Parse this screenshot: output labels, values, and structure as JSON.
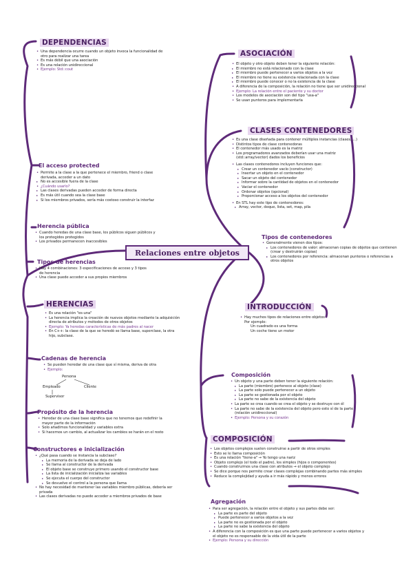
{
  "center": "Relaciones entre objetos",
  "dependencias": {
    "title": "DEPENDENCIAS",
    "items": [
      "Una dependencia ocurre cuando un objeto invoca la funcionalidad de otro para realizar una tarea",
      "Es más débil que una asociación",
      "Es una relación unidireccional",
      "Ejemplo: Std::cout"
    ]
  },
  "acceso": {
    "title": "El acceso protected",
    "items": [
      "Permite a la clase a la que pertenece el miembro, friend o clase derivada, acceder a un dato",
      "No es accesible fuera de la clase",
      "¿Cuándo usarlo?",
      "Las clases derivadas pueden acceder de forma directa",
      "Es más útil cuando sea la clase base",
      "Si los miembros privados, sería más costoso construir la interfaz"
    ]
  },
  "herencia_publica": {
    "title": "Herencia pública",
    "items": [
      "Cuando heredas de una clase base, los públicos siguen públicos y los protegidos protegidos",
      "Los privados permanecen inaccesibles"
    ]
  },
  "tipos_herencias": {
    "title": "Tipos de herencias",
    "items": [
      "Hay 4 combinaciones: 3 especificaciones de acceso y 3 tipos de herencia",
      "Una clase puede acceder a sus propios miembros"
    ]
  },
  "herencias": {
    "title": "HERENCIAS",
    "items": [
      "Es una relación \"es-una\"",
      "La herencia implica la creación de nuevos objetos mediante la adquisición directa de atributos y métodos de otros objetos",
      "Ejemplo: Ya heredas características de más padres al nacer",
      "En C++: la clase de la que se heredó se llama base, superclase, la otra hijo, subclase."
    ]
  },
  "cadenas": {
    "title": "Cadenas de herencia",
    "items": [
      "Se pueden heredar de una clase que sí misma, deriva de otra",
      "Ejemplo:"
    ],
    "diagram": [
      "Persona",
      "Empleado",
      "Cliente",
      "Supervisor"
    ]
  },
  "proposito": {
    "title": "Propósito de la herencia",
    "items": [
      "Heredar de una clase base significa que no tenemos que redefinir la mayor parte de la información",
      "Solo añadimos funcionalidad y variables extra",
      "Si hacemos un cambio, al actualizar los cambios se harán en el resto"
    ]
  },
  "constructores": {
    "title": "Constructores e inicialización",
    "items": [
      "¿Qué pasa cuando se instancia la subclase?",
      "La memoria de la derivada se deja de lado",
      "Se llama al constructor de la derivada",
      "El objeto base se construye primero usando el constructor base",
      "La lista de inicialización inicializa las variables",
      "Se ejecuta el cuerpo del constructor",
      "Se devuelve el control a la persona que llama",
      "No hay necesidad de mantener las variables miembro públicas, debería ser privada",
      "Las clases derivadas no puede acceder a miembros privados de base"
    ]
  },
  "asociacion": {
    "title": "ASOCIACIÓN",
    "items": [
      "El objeto y otro objeto deben tener la siguiente relación:",
      "El miembro no está relacionado con la clase",
      "El miembro puede pertenecer a varios objetos a la vez",
      "El miembro no tiene su existencia relacionada con la clase",
      "El miembro puede conocer o no la existencia de la clase",
      "A diferencia de la composición, la relación no tiene que ser unidireccional",
      "Ejemplo: La relación entre el paciente y su doctor",
      "Los modelos de asociación son del tipo \"usa-a\"",
      "Se usan punteros para implementarla"
    ]
  },
  "clases_contenedoras": {
    "title": "CLASES CONTENEDORES",
    "items": [
      "Es una clase diseñada para contener múltiples instancias (clases, ...)",
      "Distintos tipos de clase contenedoras",
      "El contenedor más usado es la matriz",
      "Los programadores avanzados deberían usar una matriz (std::array/vector) dados los beneficios",
      "Las clases contenedores incluyen funciones que:",
      "Crear un contenedor vacío (constructor)",
      "Insertar un objeto en el contenedor",
      "Sacar un objeto del contenedor",
      "Informar sobre la cantidad de objetos en el contenedor",
      "Vaciar el contenedor",
      "Ordenar objetos (opcional)",
      "Proporcionar acceso a los objetos del contenedor",
      "En STL hay este tipo de contenedores:",
      "Array, vector, deque, lista, set, map, pila"
    ]
  },
  "tipos_contenedores": {
    "title": "Tipos de contenedores",
    "items": [
      "Generalmente vienen dos tipos:",
      "Los contenedores de valor: almacenan copias de objetos que contienen (crear y destruirán copias)",
      "Los contenedores por referencia: almacenan punteros o referencias a otros objetos"
    ]
  },
  "introduccion": {
    "title": "INTRODUCCIÓN",
    "items": [
      "Hay muchos tipos de relaciones entre objetos",
      "Por ejemplo:",
      "Un cuadrado es una forma",
      "Un coche tiene un motor"
    ]
  },
  "composicion_sub": {
    "title": "Composición",
    "items": [
      "Un objeto y una parte deben tener la siguiente relación:",
      "La parte (miembro) pertenece al objeto (clase)",
      "La parte solo puede pertenecer a un objeto",
      "La parte se gestionada por el objeto",
      "La parte no sabe de la existencia del objeto",
      "La parte se crea cuando se crea el objeto y se destruye con él",
      "La parte no sabe de la existencia del objeto pero esto sí de la parte (relación unidireccional)",
      "Ejemplo: Persona y su corazón"
    ]
  },
  "composicion": {
    "title": "COMPOSICIÓN",
    "items": [
      "Los objetos complejos suelen construirse a partir de otros simples",
      "Esto se le llama composición",
      "Es una relación \"tiene-a\" → Yo tengo una nariz",
      "Objeto complejo (el todo el padre), los simples (hijos o componentes)",
      "Cuando construimos una clase con atributos → el objeto complejo",
      "Se dice porque nos permite crear clases complejas combinando partes más simples",
      "Reduce la complejidad y ayuda a ir más rápido y menos errores"
    ]
  },
  "agregacion": {
    "title": "Agregación",
    "items": [
      "Para ser agregación, la relación entre el objeto y sus partes debe ser:",
      "La parte es parte del objeto",
      "Puede pertenecer a varios objetos a la vez",
      "La parte no es gestionada por el objeto",
      "La parte no sabe la existencia del objeto",
      "A diferencia con la composición es que una parte puede pertenecer a varios objetos y el objeto no es responsable de la vida útil de la parte",
      "Ejemplo: Persona y su dirección"
    ]
  }
}
